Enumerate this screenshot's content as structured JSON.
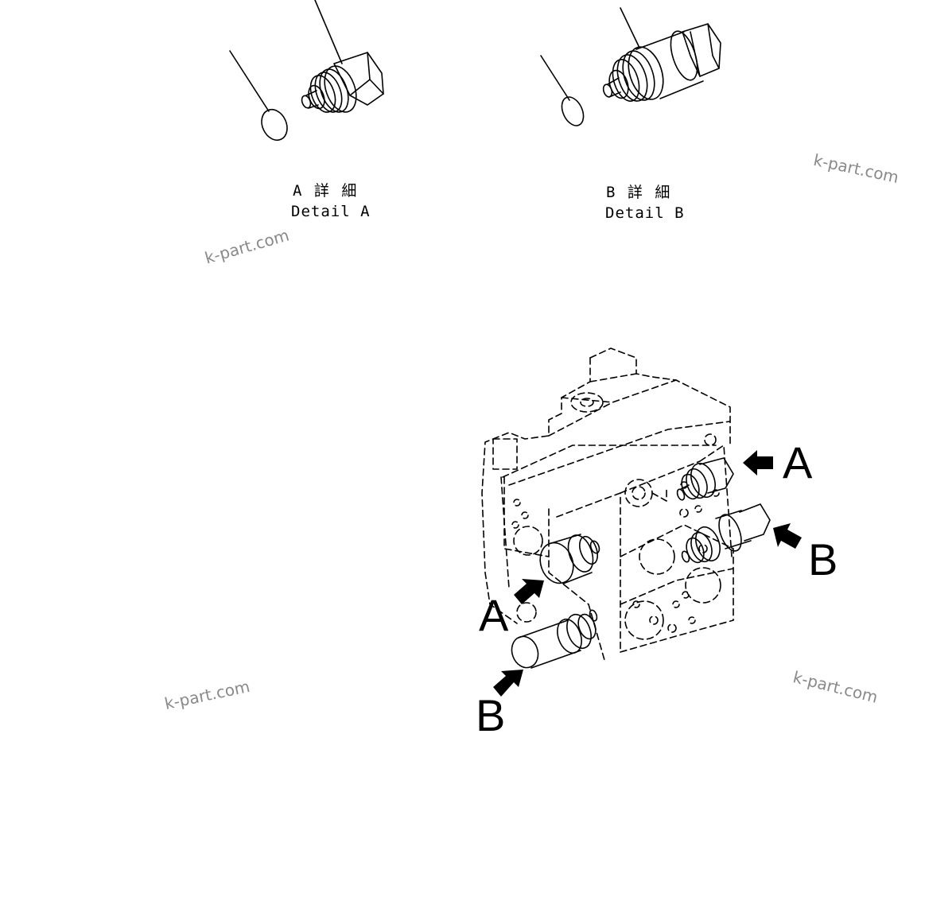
{
  "detail_a": {
    "title_jp": "A 詳 細",
    "title_en": "Detail A"
  },
  "detail_b": {
    "title_jp": "B 詳 細",
    "title_en": "Detail B"
  },
  "callouts": {
    "a_right": "A",
    "b_right": "B",
    "a_left": "A",
    "b_left": "B"
  },
  "watermarks": [
    "k-part.com",
    "k-part.com",
    "k-part.com",
    "k-part.com"
  ]
}
